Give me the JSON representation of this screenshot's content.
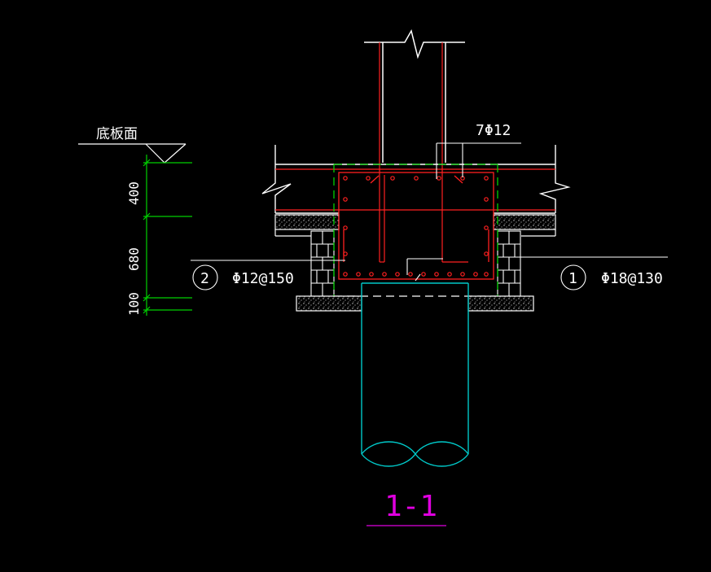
{
  "labels": {
    "floor_level": "底板面",
    "top_bars": "7Φ12",
    "mark_2": "2",
    "rebar_2": "Φ12@150",
    "mark_1": "1",
    "rebar_1": "Φ18@130",
    "section_title": "1-1"
  },
  "dimensions": {
    "d1": "400",
    "d2": "680",
    "d3": "100"
  },
  "colors": {
    "background": "#000000",
    "outline": "#ffffff",
    "rebar": "#ff2020",
    "dimension": "#00d000",
    "pile": "#00c8c8",
    "title": "#e000e0"
  }
}
